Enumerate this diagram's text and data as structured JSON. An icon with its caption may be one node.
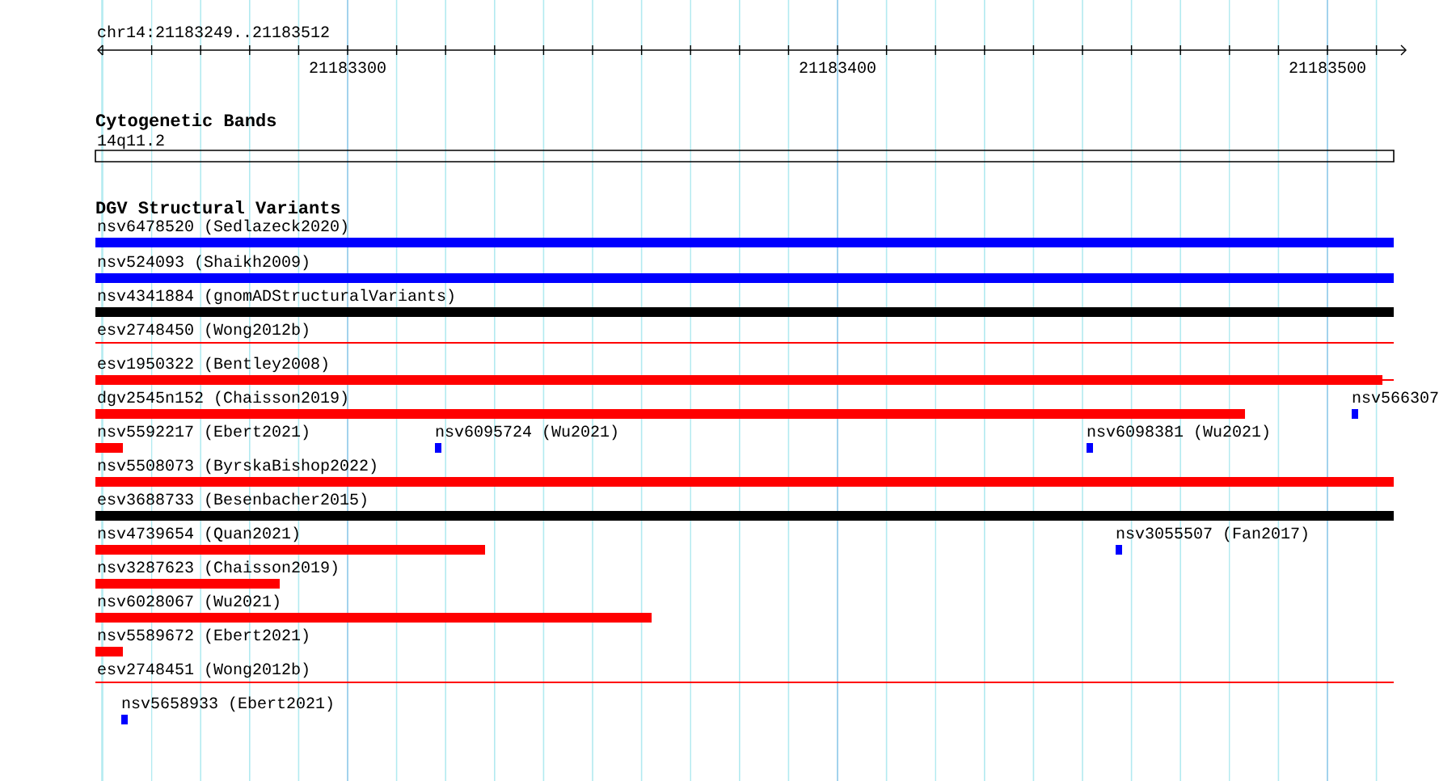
{
  "diagram": {
    "labels": [
      "chr14:21183249..21183512",
      "21183300",
      "21183400",
      "21183500",
      "Cytogenetic Bands",
      "DGV Structural Variants"
    ],
    "nodes": [
      {
        "text": [
          "14q11.2"
        ]
      },
      {
        "text": [
          "nsv6478520 (Sedlazeck2020)"
        ]
      },
      {
        "text": [
          "nsv524093 (Shaikh2009)"
        ]
      },
      {
        "text": [
          "nsv4341884 (gnomADStructuralVariants)"
        ]
      },
      {
        "text": [
          "esv2748450 (Wong2012b)"
        ]
      },
      {
        "text": [
          "esv1950322 (Bentley2008)"
        ]
      },
      {
        "text": [
          "dgv2545n152 (Chaisson2019)"
        ]
      },
      {
        "text": [
          "nsv566307"
        ]
      },
      {
        "text": [
          "nsv5592217 (Ebert2021)"
        ]
      },
      {
        "text": [
          "nsv6095724 (Wu2021)"
        ]
      },
      {
        "text": [
          "nsv6098381 (Wu2021)"
        ]
      },
      {
        "text": [
          "nsv5508073 (ByrskaBishop2022)"
        ]
      },
      {
        "text": [
          "esv3688733 (Besenbacher2015)"
        ]
      },
      {
        "text": [
          "nsv4739654 (Quan2021)"
        ]
      },
      {
        "text": [
          "nsv3055507 (Fan2017)"
        ]
      },
      {
        "text": [
          "nsv3287623 (Chaisson2019)"
        ]
      },
      {
        "text": [
          "nsv6028067 (Wu2021)"
        ]
      },
      {
        "text": [
          "nsv5589672 (Ebert2021)"
        ]
      },
      {
        "text": [
          "esv2748451 (Wong2012b)"
        ]
      },
      {
        "text": [
          "nsv5658933 (Ebert2021)"
        ]
      }
    ]
  }
}
